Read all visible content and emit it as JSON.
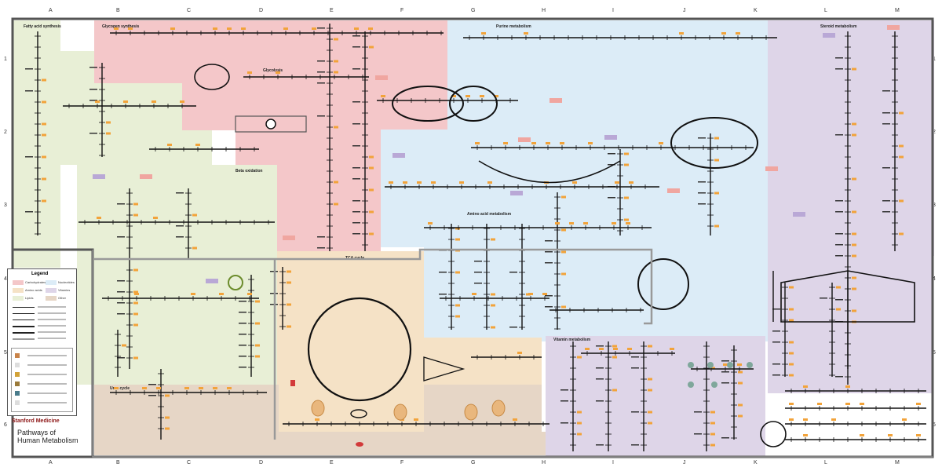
{
  "grid": {
    "columns": [
      "A",
      "B",
      "C",
      "D",
      "E",
      "F",
      "G",
      "H",
      "I",
      "J",
      "K",
      "L",
      "M"
    ],
    "rows": [
      "1",
      "2",
      "3",
      "4",
      "5",
      "6"
    ]
  },
  "colors": {
    "frame": "#555555",
    "pink": "#f4c7c9",
    "green": "#e8efd6",
    "blue": "#dcecf7",
    "orange": "#f5e2c6",
    "purple": "#ded5e8",
    "tan": "#e6d6c6",
    "pathway": "#111111",
    "enzyme": "#f2a33a",
    "accent_red": "#d23a3a"
  },
  "regions": [
    {
      "id": "region-lipid-left",
      "color": "green",
      "title": "Fatty acid synthesis"
    },
    {
      "id": "region-carbohydrate",
      "color": "pink",
      "title": "Glycogen synthesis"
    },
    {
      "id": "region-glycolysis",
      "color": "pink",
      "title": "Glycolysis"
    },
    {
      "id": "region-nucleotide",
      "color": "blue",
      "title": "Purine metabolism"
    },
    {
      "id": "region-amino-acids",
      "color": "blue",
      "title": "Amino acid metabolism"
    },
    {
      "id": "region-tca",
      "color": "orange",
      "title": "TCA cycle"
    },
    {
      "id": "region-vitamins",
      "color": "purple",
      "title": "Vitamin metabolism"
    },
    {
      "id": "region-steroid",
      "color": "purple",
      "title": "Steroid metabolism"
    },
    {
      "id": "region-lipid-lower",
      "color": "green",
      "title": "Beta oxidation"
    },
    {
      "id": "region-urea",
      "color": "tan",
      "title": "Urea cycle"
    }
  ],
  "legend": {
    "title": "Legend",
    "swatches": [
      {
        "label": "Carbohydrates",
        "color": "pink"
      },
      {
        "label": "Nucleotides",
        "color": "blue"
      },
      {
        "label": "Amino acids",
        "color": "orange"
      },
      {
        "label": "Vitamins",
        "color": "purple"
      },
      {
        "label": "Lipids",
        "color": "green"
      },
      {
        "label": "Other",
        "color": "tan"
      }
    ]
  },
  "brand": {
    "logo": "Stanford Medicine",
    "name_line1": "Pathways of",
    "name_line2": "Human Metabolism"
  }
}
